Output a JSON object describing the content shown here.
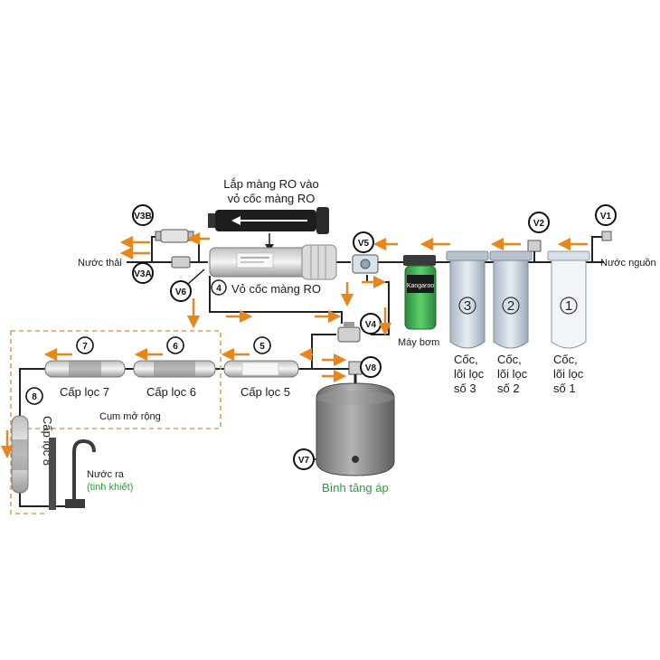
{
  "titles": {
    "membrane_top_line1": "Lắp màng RO  vào",
    "membrane_top_line2": "vỏ cốc màng RO"
  },
  "labels": {
    "waste": "Nước thải",
    "source": "Nước nguồn",
    "ro_housing": "Vỏ cốc màng RO",
    "pump": "Máy bơm",
    "pump_brand": "Kangaroo",
    "tank": "Bình tăng áp",
    "expansion": "Cụm mở rộng",
    "outlet_line1": "Nước ra",
    "outlet_line2": "(tinh khiết)"
  },
  "filters": [
    {
      "num": "7",
      "label": "Cấp lọc 7"
    },
    {
      "num": "6",
      "label": "Cấp lọc 6"
    },
    {
      "num": "5",
      "label": "Cấp lọc 5"
    },
    {
      "num": "8",
      "label": "Cấp lọc 8"
    }
  ],
  "cups": [
    {
      "num": "3",
      "line1": "Cốc,",
      "line2": "lõi lọc",
      "line3": "số 3"
    },
    {
      "num": "2",
      "line1": "Cốc,",
      "line2": "lõi lọc",
      "line3": "số 2"
    },
    {
      "num": "1",
      "line1": "Cốc,",
      "line2": "lõi lọc",
      "line3": "số 1"
    }
  ],
  "ro_num": "4",
  "valves": {
    "v1": "V1",
    "v2": "V2",
    "v3a": "V3A",
    "v3b": "V3B",
    "v4": "V4",
    "v5": "V5",
    "v6": "V6",
    "v7": "V7",
    "v8": "V8"
  },
  "colors": {
    "arrow": "#e8861e",
    "dash": "#d9a25a",
    "pipe": "#222222",
    "cup_blue": "#c9d6e2",
    "pump_green": "#37a84a",
    "tank": "#8c8c8c"
  }
}
